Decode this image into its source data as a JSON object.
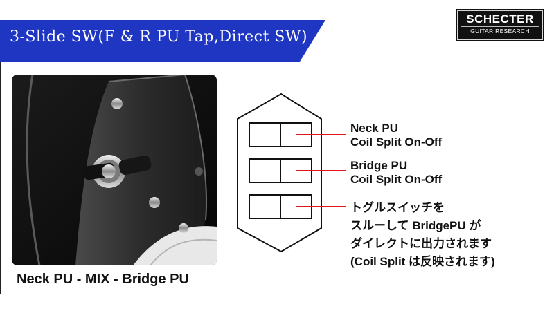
{
  "header": {
    "title": "3-Slide SW(F & R PU Tap,Direct SW)"
  },
  "logo": {
    "line1": "SCHECTER",
    "line2": "GUITAR RESEARCH"
  },
  "photo": {
    "caption": "Neck PU - MIX - Bridge PU"
  },
  "diagram": {
    "callouts": [
      {
        "lines": [
          "Neck PU",
          "Coil Split On-Off"
        ]
      },
      {
        "lines": [
          "Bridge PU",
          "Coil Split On-Off"
        ]
      },
      {
        "lines": [
          "トグルスイッチを",
          "スルーして BridgePU が",
          "ダイレクトに出力されます",
          "(Coil Split は反映されます)"
        ]
      }
    ],
    "line_color": "#e3141c"
  },
  "colors": {
    "banner": "#1f36c2",
    "banner_text": "#ffffff"
  }
}
